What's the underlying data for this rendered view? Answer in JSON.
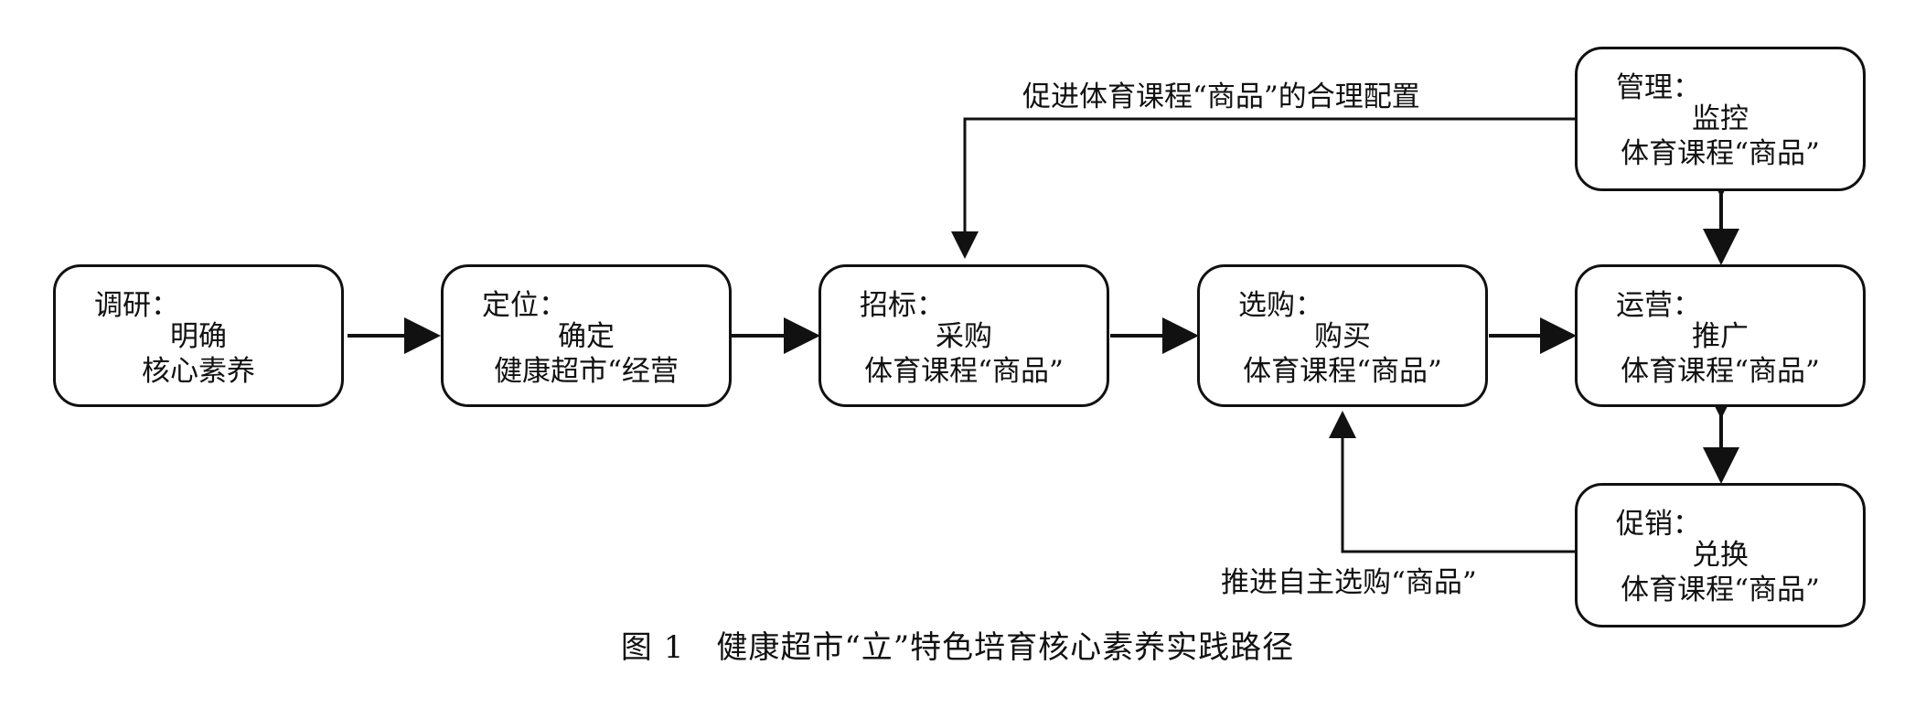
{
  "boxes": {
    "research": {
      "heading": "调研：",
      "line1": "明确",
      "line2": "核心素养"
    },
    "position": {
      "heading": "定位：",
      "line1": "确定",
      "line2": "健康超市“经营"
    },
    "tender": {
      "heading": "招标：",
      "line1": "采购",
      "line2": "体育课程“商品”"
    },
    "select": {
      "heading": "选购：",
      "line1": "购买",
      "line2": "体育课程“商品”"
    },
    "operate": {
      "heading": "运营：",
      "line1": "推广",
      "line2": "体育课程“商品”"
    },
    "manage": {
      "heading": "管理：",
      "line1": "监控",
      "line2": "体育课程“商品”"
    },
    "promote": {
      "heading": "促销：",
      "line1": "兑换",
      "line2": "体育课程“商品”"
    }
  },
  "feedback": {
    "top_label": "促进体育课程“商品”的合理配置",
    "bottom_label": "推进自主选购“商品”"
  },
  "caption": "图 1　健康超市“立”特色培育核心素养实践路径"
}
